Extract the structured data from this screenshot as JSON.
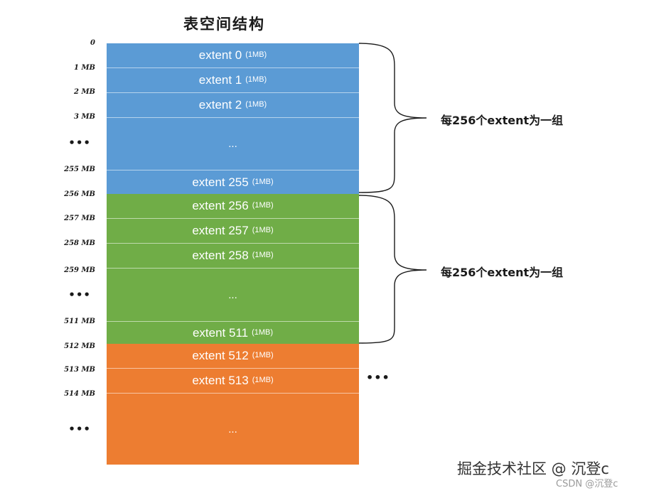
{
  "title": "表空间结构",
  "mb_labels": [
    "0",
    "1 MB",
    "2 MB",
    "3 MB",
    "•••",
    "255 MB",
    "256 MB",
    "257 MB",
    "258 MB",
    "259 MB",
    "•••",
    "511 MB",
    "512 MB",
    "513 MB",
    "514 MB",
    "•••"
  ],
  "extents": [
    {
      "name": "extent 0",
      "size": "(1MB)",
      "color": "#5b9bd5"
    },
    {
      "name": "extent 1",
      "size": "(1MB)",
      "color": "#5b9bd5"
    },
    {
      "name": "extent 2",
      "size": "(1MB)",
      "color": "#5b9bd5"
    },
    {
      "name": "...",
      "size": "",
      "color": "#5b9bd5"
    },
    {
      "name": "extent 255",
      "size": "(1MB)",
      "color": "#5b9bd5"
    },
    {
      "name": "extent 256",
      "size": "(1MB)",
      "color": "#70ad47"
    },
    {
      "name": "extent 257",
      "size": "(1MB)",
      "color": "#70ad47"
    },
    {
      "name": "extent 258",
      "size": "(1MB)",
      "color": "#70ad47"
    },
    {
      "name": "...",
      "size": "",
      "color": "#70ad47"
    },
    {
      "name": "extent 511",
      "size": "(1MB)",
      "color": "#70ad47"
    },
    {
      "name": "extent 512",
      "size": "(1MB)",
      "color": "#ed7d31"
    },
    {
      "name": "extent 513",
      "size": "(1MB)",
      "color": "#ed7d31"
    },
    {
      "name": "...",
      "size": "",
      "color": "#ed7d31"
    }
  ],
  "groups": [
    {
      "label": "每256个extent为一组"
    },
    {
      "label": "每256个extent为一组"
    }
  ],
  "side_dots": "•••",
  "watermark": "掘金技术社区 @ 沉登c",
  "watermark_small": "CSDN @沉登c"
}
